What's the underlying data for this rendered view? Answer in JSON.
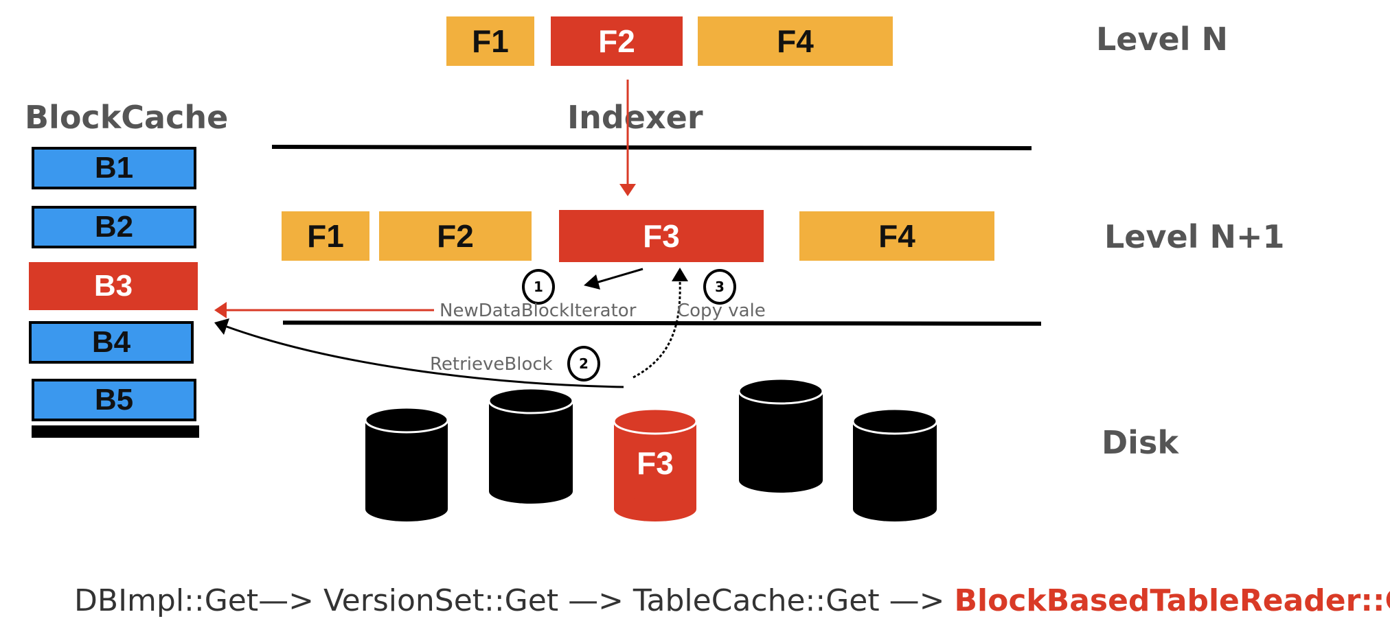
{
  "labels": {
    "level_n": "Level N",
    "level_n1": "Level N+1",
    "disk": "Disk",
    "blockcache": "BlockCache",
    "indexer": "Indexer"
  },
  "level_n_files": [
    {
      "name": "F1",
      "highlight": false
    },
    {
      "name": "F2",
      "highlight": true
    },
    {
      "name": "F4",
      "highlight": false
    }
  ],
  "level_n1_files": [
    {
      "name": "F1",
      "highlight": false
    },
    {
      "name": "F2",
      "highlight": false
    },
    {
      "name": "F3",
      "highlight": true
    },
    {
      "name": "F4",
      "highlight": false
    }
  ],
  "blocks": [
    {
      "name": "B1",
      "highlight": false
    },
    {
      "name": "B2",
      "highlight": false
    },
    {
      "name": "B3",
      "highlight": true
    },
    {
      "name": "B4",
      "highlight": false
    },
    {
      "name": "B5",
      "highlight": false
    }
  ],
  "disk_label": "F3",
  "steps": {
    "one": "1",
    "two": "2",
    "three": "3"
  },
  "annotations": {
    "new_iter": "NewDataBlockIterator",
    "copy": "Copy vale",
    "retrieve": "RetrieveBlock"
  },
  "callchain": {
    "part1": "DBImpl::Get—> VersionSet::Get —> TableCache::Get —> ",
    "highlight": "BlockBasedTableReader::Get"
  },
  "colors": {
    "orange": "#f2b03e",
    "red": "#d93a26",
    "blue": "#3b98ee",
    "label_gray": "#555555"
  }
}
